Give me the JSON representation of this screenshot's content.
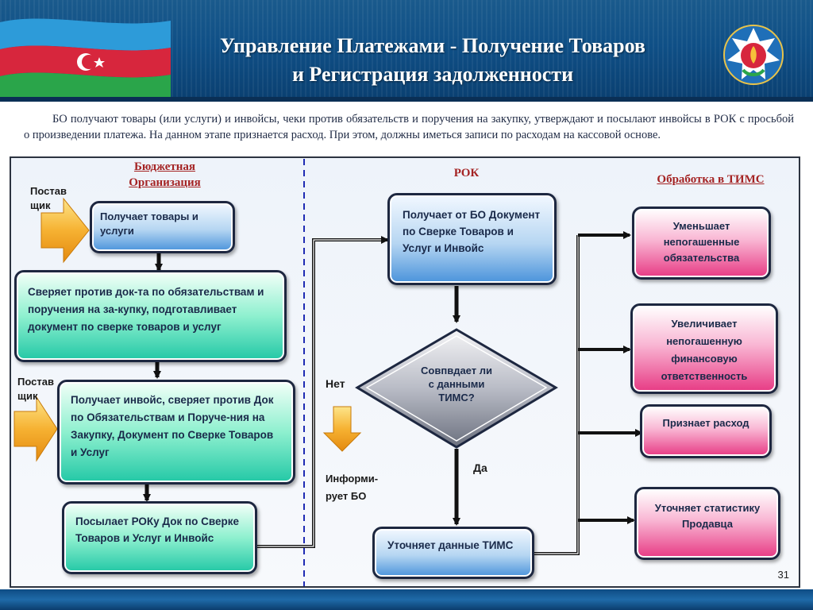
{
  "header": {
    "title_line1": "Управление Платежами - Получение Товаров",
    "title_line2": "и Регистрация задолженности"
  },
  "intro": "БО получают товары (или услуги) и инвойсы,  чеки против обязательств и поручения на закупку, утверждают и посылают инвойсы в РОК с просьбой о произведении платежа. На данном этапе признается расход. При этом, должны иметься записи по расходам на кассовой основе.",
  "columns": {
    "left_title": "Бюджетная Организация",
    "middle_title": "РОК",
    "right_title": "Обработка в ТИМС"
  },
  "supplier_labels": {
    "first": "Поставщик",
    "second": "Поставщик"
  },
  "left_boxes": [
    {
      "text": "Получает товары и услуги"
    },
    {
      "text": "Сверяет против док-та  по обязательствам и поручения на за-купку, подготавливает документ по сверке  товаров и услуг"
    },
    {
      "text": "Получает инвойс, сверяет против Док по Обязательствам и Поруче-ния на Закупку, Документ по Сверке Товаров и Услуг"
    },
    {
      "text": "Посылает РОКу Док по Сверке  Товаров  и Услуг и Инвойс"
    }
  ],
  "middle": {
    "top_box": "Получает от БО Документ по Сверке Товаров и  Услуг и Инвойс",
    "decision": "Совпвдает ли с данными ТИМС?",
    "no_label": "Нет",
    "yes_label": "Да",
    "informs_label": "Информи-рует БО",
    "bottom_box": "Уточняет данные ТИМС"
  },
  "right_boxes": [
    {
      "text": "Уменьшает непогашенные обязательства"
    },
    {
      "text": "Увеличивает непогашенную финансовую ответственность"
    },
    {
      "text": "Признает расход"
    },
    {
      "text": "Уточняет статистику Продавца"
    }
  ],
  "page_number": "31",
  "colors": {
    "title_red": "#a42323",
    "header_blue": "#0f4f86",
    "teal": "#23c8a6",
    "pink": "#e73a84",
    "blue": "#4a93db",
    "orange_arrow": "#f5a623"
  }
}
